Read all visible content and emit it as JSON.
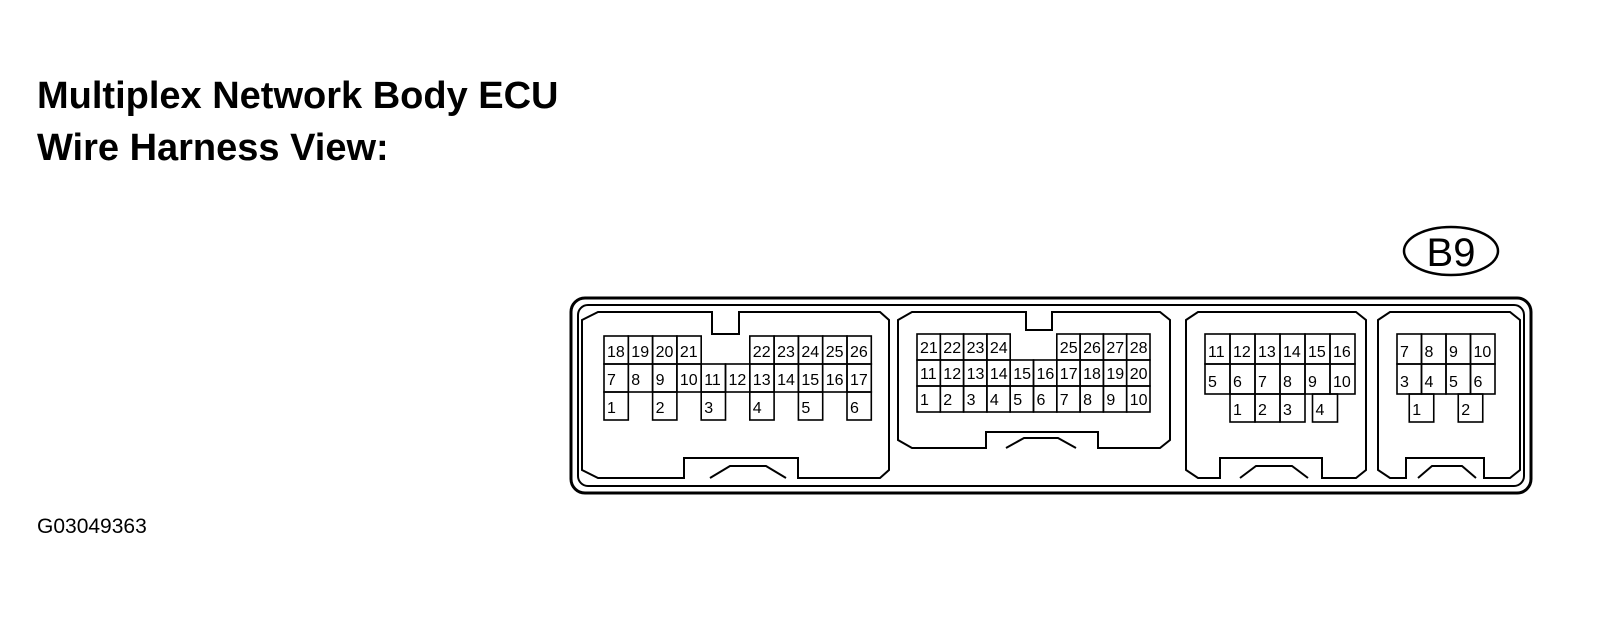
{
  "title": {
    "line1": "Multiplex Network Body ECU",
    "line2": "Wire Harness View:"
  },
  "connector_label": "B9",
  "figure_id": "G03049363",
  "connectors": [
    {
      "name": "connector-1",
      "row1": [
        "18",
        "19",
        "20",
        "21",
        "",
        "",
        "22",
        "23",
        "24",
        "25",
        "26"
      ],
      "row2": [
        "7",
        "8",
        "9",
        "10",
        "11",
        "12",
        "13",
        "14",
        "15",
        "16",
        "17"
      ],
      "row3": [
        "1",
        "",
        "2",
        "",
        "3",
        "",
        "4",
        "",
        "5",
        "",
        "6"
      ]
    },
    {
      "name": "connector-2",
      "row1": [
        "21",
        "22",
        "23",
        "24",
        "",
        "",
        "25",
        "26",
        "27",
        "28"
      ],
      "row2": [
        "11",
        "12",
        "13",
        "14",
        "15",
        "16",
        "17",
        "18",
        "19",
        "20"
      ],
      "row3": [
        "1",
        "2",
        "3",
        "4",
        "5",
        "6",
        "7",
        "8",
        "9",
        "10"
      ]
    },
    {
      "name": "connector-3",
      "row1": [
        "11",
        "12",
        "13",
        "14",
        "15",
        "16"
      ],
      "row2": [
        "5",
        "6",
        "7",
        "8",
        "9",
        "10"
      ],
      "row3": [
        "1",
        "2",
        "3",
        "4"
      ]
    },
    {
      "name": "connector-4",
      "row1": [
        "7",
        "8",
        "9",
        "10"
      ],
      "row2": [
        "3",
        "4",
        "5",
        "6"
      ],
      "row3": [
        "1",
        "2"
      ]
    }
  ]
}
